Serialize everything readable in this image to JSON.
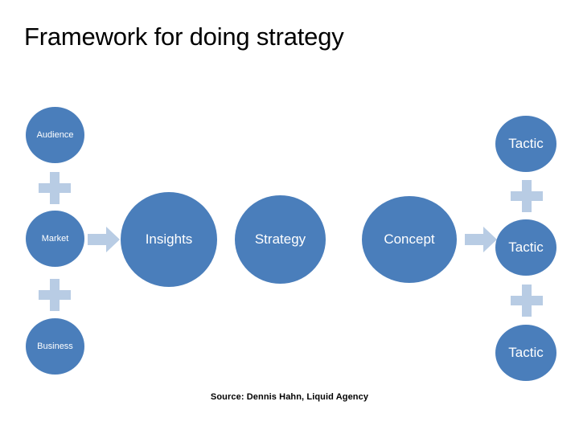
{
  "slide": {
    "title": "Framework for doing strategy",
    "background_color": "#ffffff",
    "source_note": "Source: Dennis Hahn, Liquid Agency"
  },
  "theme": {
    "circle_color": "#4A7EBB",
    "connector_color": "#B8CCE4",
    "text_color": "#ffffff",
    "title_color": "#000000"
  },
  "diagram": {
    "type": "process-flow",
    "input_group": {
      "label_group": "inputs",
      "items": [
        {
          "label": "Audience",
          "size": "small"
        },
        {
          "label": "Market",
          "size": "small"
        },
        {
          "label": "Business",
          "size": "small"
        }
      ],
      "joiner": "plus-icon",
      "joiner_count": 2
    },
    "process_group": {
      "items": [
        {
          "label": "Insights",
          "size": "large"
        },
        {
          "label": "Strategy",
          "size": "large"
        },
        {
          "label": "Concept",
          "size": "large"
        }
      ]
    },
    "output_group": {
      "label_group": "outputs",
      "items": [
        {
          "label": "Tactic",
          "size": "medium"
        },
        {
          "label": "Tactic",
          "size": "medium"
        },
        {
          "label": "Tactic",
          "size": "medium"
        }
      ],
      "joiner": "plus-icon",
      "joiner_count": 2
    },
    "arrows": [
      {
        "name": "arrow-inputs-to-insights",
        "from": "Market",
        "to": "Insights"
      },
      {
        "name": "arrow-concept-to-tactic",
        "from": "Concept",
        "to": "Tactic"
      }
    ]
  }
}
